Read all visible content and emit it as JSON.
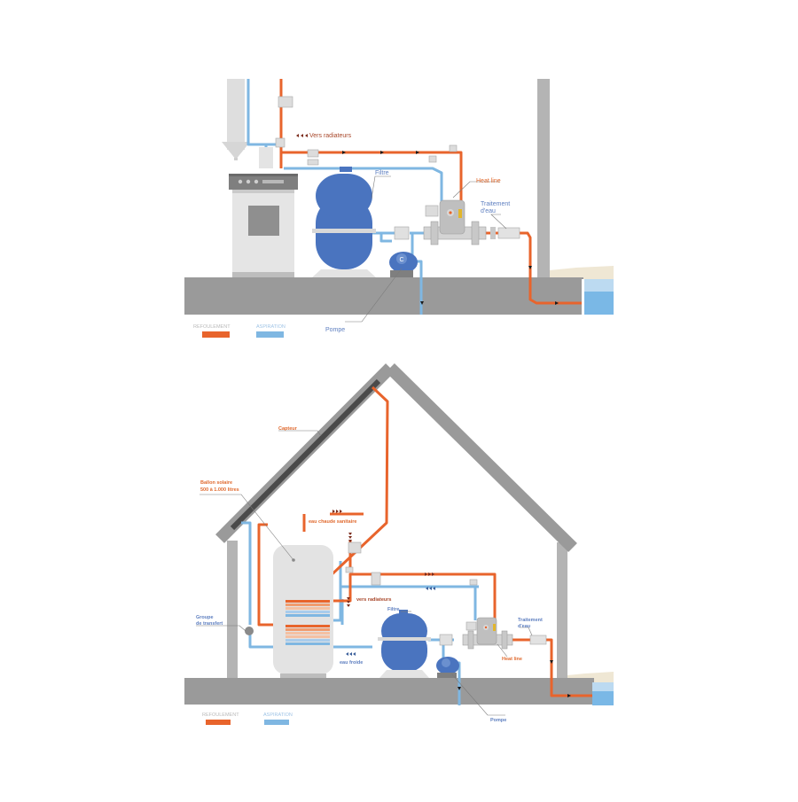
{
  "colors": {
    "refoulement": "#e8642c",
    "aspiration": "#7fb7e2",
    "label_orange": "#e06a2f",
    "label_blue": "#5e7fc0",
    "label_dark": "#a8472a",
    "ground": "#9a9a9a",
    "wall": "#b4b4b4",
    "tank": "#4a74bf",
    "boiler": "#e4e4e4",
    "water": "#7ab8e6"
  },
  "top_diagram": {
    "labels": {
      "vers_radiateurs": "Vers radiateurs",
      "filtre": "Filtre",
      "heat_line": "Heat line",
      "traitement_line1": "Traitement",
      "traitement_line2": "d'eau",
      "pompe": "Pompe",
      "pump_letter": "C"
    },
    "legend": {
      "refoulement": "REFOULEMENT",
      "aspiration": "ASPIRATION"
    }
  },
  "bottom_diagram": {
    "labels": {
      "capteur": "Capteur",
      "ballon_line1": "Ballon solaire",
      "ballon_line2": "500 à 1.000 litres",
      "eau_chaude": "eau chaude sanitaire",
      "vers_radiateurs": "vers radiateurs",
      "groupe_line1": "Groupe",
      "groupe_line2": "de transfert",
      "eau_froide": "eau froide",
      "filtre": "Filtre",
      "traitement_line1": "Traitement",
      "traitement_line2": "d'eau",
      "heat_line": "Heat line",
      "pompe": "Pompe"
    },
    "legend": {
      "refoulement": "REFOULEMENT",
      "aspiration": "ASPIRATION"
    }
  }
}
